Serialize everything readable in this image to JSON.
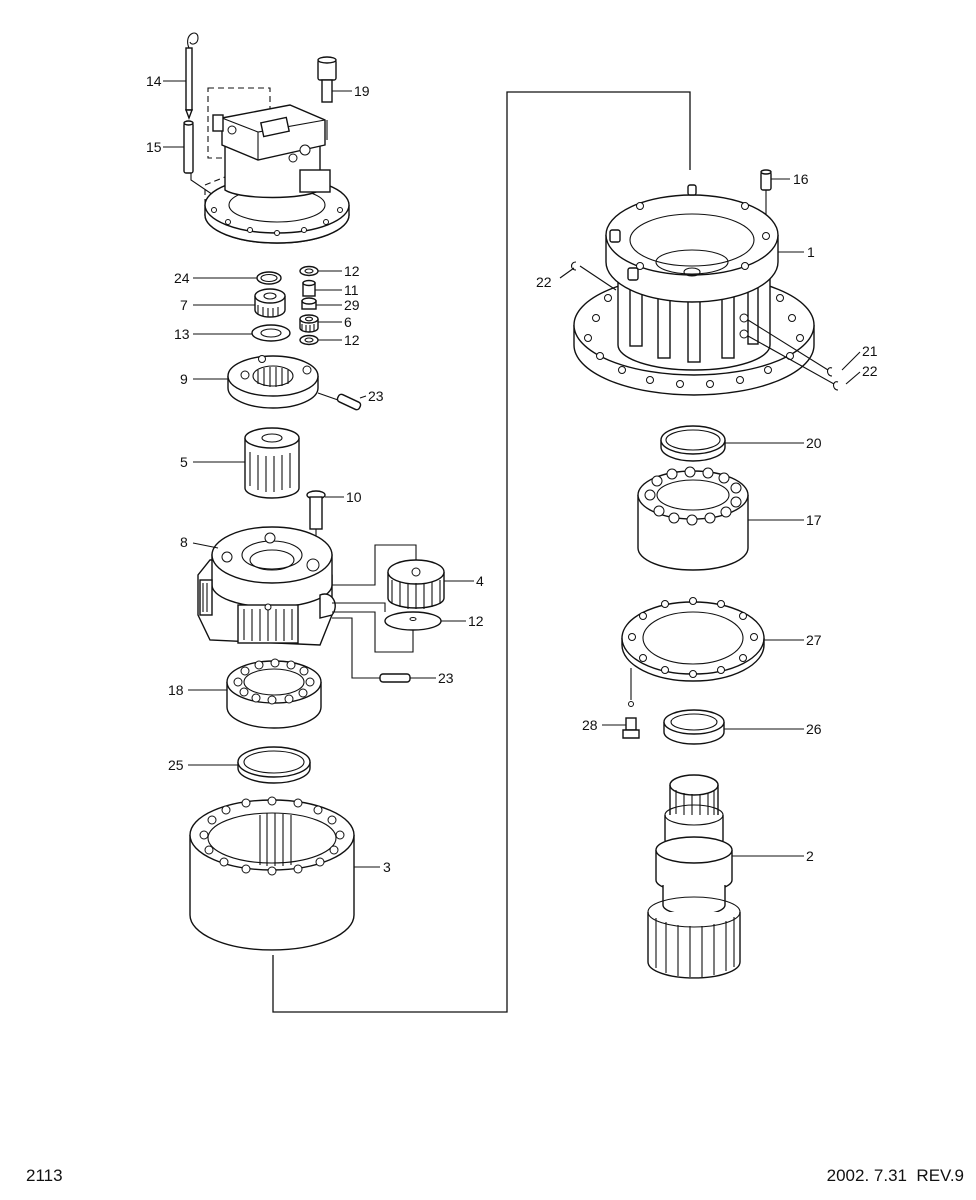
{
  "footer": {
    "page_number": "2113",
    "revision": "2002. 7.31  REV.9"
  },
  "callouts": {
    "c1": "1",
    "c2": "2",
    "c3": "3",
    "c4": "4",
    "c5": "5",
    "c6": "6",
    "c7": "7",
    "c8": "8",
    "c9": "9",
    "c10": "10",
    "c11": "11",
    "c12a": "12",
    "c12b": "12",
    "c12c": "12",
    "c13": "13",
    "c14": "14",
    "c15": "15",
    "c16": "16",
    "c17": "17",
    "c18": "18",
    "c19": "19",
    "c20": "20",
    "c21": "21",
    "c22a": "22",
    "c22b": "22",
    "c23a": "23",
    "c23b": "23",
    "c24": "24",
    "c25": "25",
    "c26": "26",
    "c27": "27",
    "c28": "28",
    "c29": "29"
  }
}
